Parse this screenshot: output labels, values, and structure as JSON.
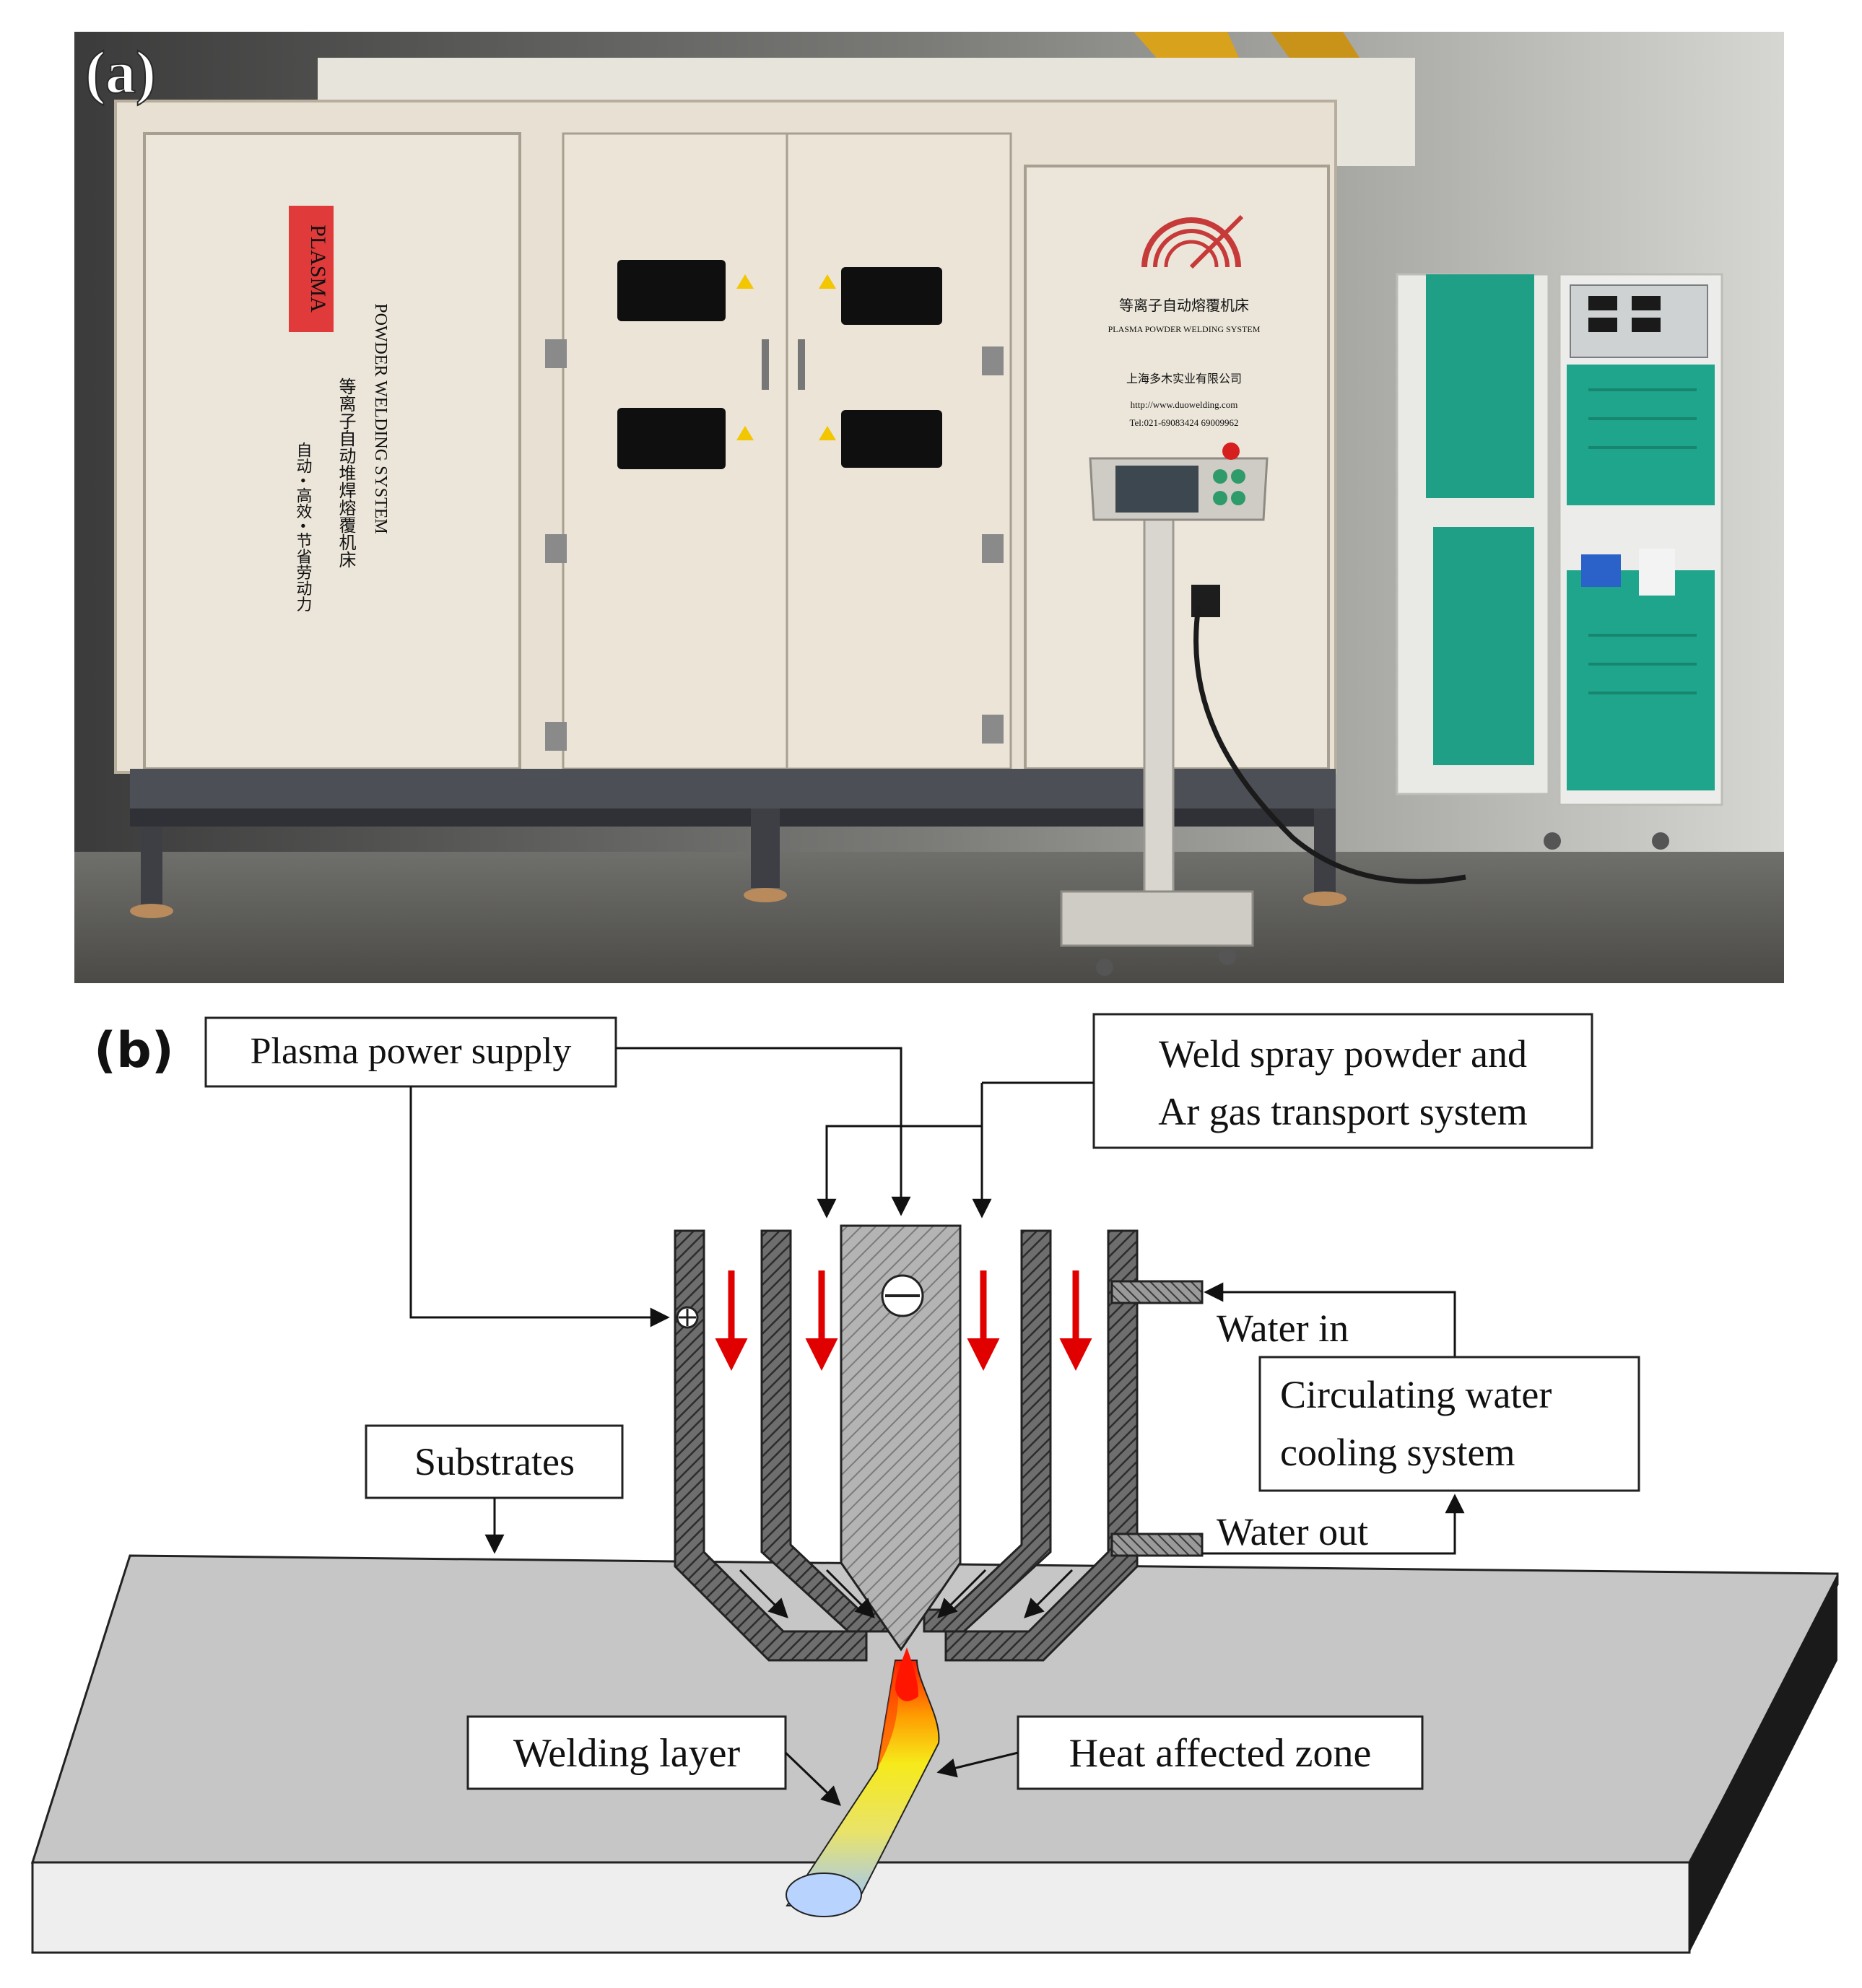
{
  "panel_a": {
    "label": "(a)",
    "machine": {
      "vertical_badge": "PLASMA",
      "vertical_title_en": "POWDER WELDING SYSTEM",
      "vertical_title_cn": "等离子自动堆焊熔覆机床",
      "vertical_slogan_cn": "自动 • 高效 • 节省劳动力",
      "right_panel_cn": "等离子自动熔覆机床",
      "right_panel_en": "PLASMA POWDER WELDING SYSTEM",
      "right_panel_company_cn": "上海多木实业有限公司",
      "right_panel_url": "http://www.duowelding.com",
      "right_panel_tel": "Tel:021-69083424 69009962"
    }
  },
  "panel_b": {
    "label": "(b)",
    "labels": {
      "plasma_power_supply": "Plasma power supply",
      "weld_powder_line1": "Weld spray powder and",
      "weld_powder_line2": "Ar gas transport system",
      "water_in": "Water in",
      "water_out": "Water out",
      "cooling_line1": "Circulating water",
      "cooling_line2": "cooling system",
      "substrates": "Substrates",
      "welding_layer": "Welding layer",
      "heat_affected_zone": "Heat affected zone"
    },
    "colors": {
      "flow_arrow": "#e00000",
      "substrate_top": "#c6c6c6",
      "substrate_front": "#eeeeee",
      "substrate_side": "#1a1a1a",
      "hatch_body": "#5a5a5a",
      "electrode": "#a9a9a9"
    }
  }
}
